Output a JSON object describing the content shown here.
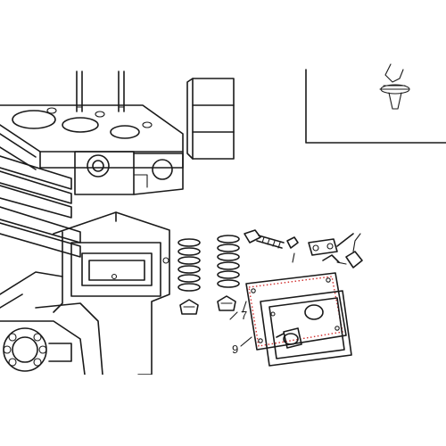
{
  "diagram": {
    "callouts": [
      {
        "id": "part-7",
        "text": "7"
      },
      {
        "id": "part-9",
        "text": "9"
      }
    ],
    "highlight_color": "#d23030",
    "line_color": "#1a1a1a",
    "background": "#ffffff"
  }
}
